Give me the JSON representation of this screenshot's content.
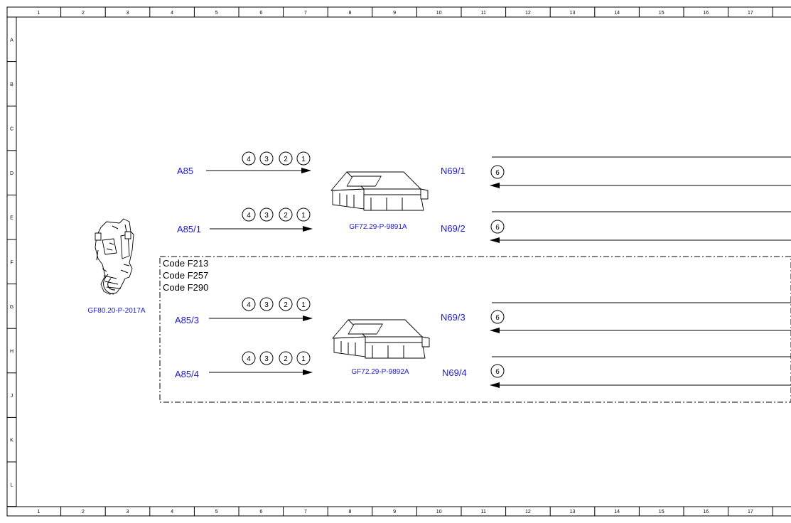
{
  "grid": {
    "columns": [
      "1",
      "2",
      "3",
      "4",
      "5",
      "6",
      "7",
      "8",
      "9",
      "10",
      "11",
      "12",
      "13",
      "14",
      "15",
      "16",
      "17"
    ],
    "rows": [
      "A",
      "B",
      "C",
      "D",
      "E",
      "F",
      "G",
      "H",
      "J",
      "K",
      "L"
    ]
  },
  "component_refs": {
    "left_component": "GF80.20-P-2017A",
    "module_top": "GF72.29-P-9891A",
    "module_bottom": "GF72.29-P-9892A"
  },
  "code_box": {
    "lines": [
      "Code F213",
      "Code F257",
      "Code F290"
    ]
  },
  "inputs": [
    {
      "label": "A85",
      "circles": [
        "4",
        "3",
        "2",
        "1"
      ]
    },
    {
      "label": "A85/1",
      "circles": [
        "4",
        "3",
        "2",
        "1"
      ]
    },
    {
      "label": "A85/3",
      "circles": [
        "4",
        "3",
        "2",
        "1"
      ]
    },
    {
      "label": "A85/4",
      "circles": [
        "4",
        "3",
        "2",
        "1"
      ]
    }
  ],
  "outputs": [
    {
      "label": "N69/1",
      "circle": "6"
    },
    {
      "label": "N69/2",
      "circle": "6"
    },
    {
      "label": "N69/3",
      "circle": "6"
    },
    {
      "label": "N69/4",
      "circle": "6"
    }
  ],
  "colors": {
    "label_blue": "#1a1ad0",
    "line": "#000000"
  }
}
